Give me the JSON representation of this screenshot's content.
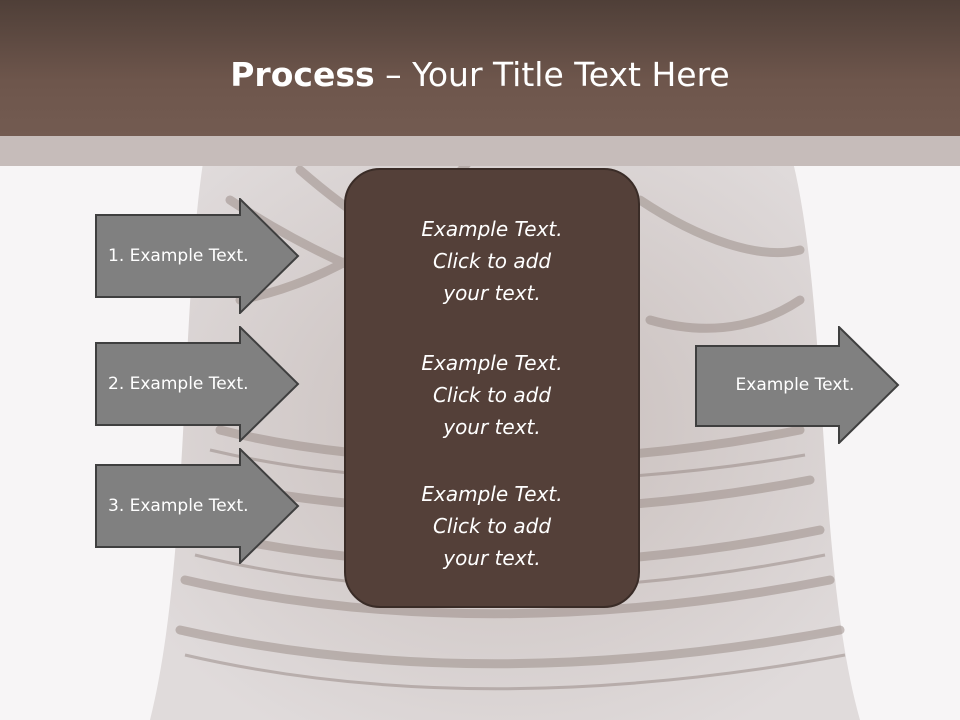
{
  "title": {
    "bold": "Process",
    "rest": " – Your Title Text Here"
  },
  "left_arrows": [
    {
      "label": "1. Example Text."
    },
    {
      "label": "2. Example Text."
    },
    {
      "label": "3. Example Text."
    }
  ],
  "center_blocks": [
    {
      "line1": "Example Text.",
      "line2": "Click  to add",
      "line3": "your text."
    },
    {
      "line1": "Example Text.",
      "line2": "Click  to add",
      "line3": "your text."
    },
    {
      "line1": "Example Text.",
      "line2": "Click  to add",
      "line3": "your text."
    }
  ],
  "right_arrow": {
    "label": "Example Text."
  },
  "colors": {
    "header": "#6e564c",
    "center_box": "#544039",
    "arrow_fill": "#7f7f7f"
  }
}
